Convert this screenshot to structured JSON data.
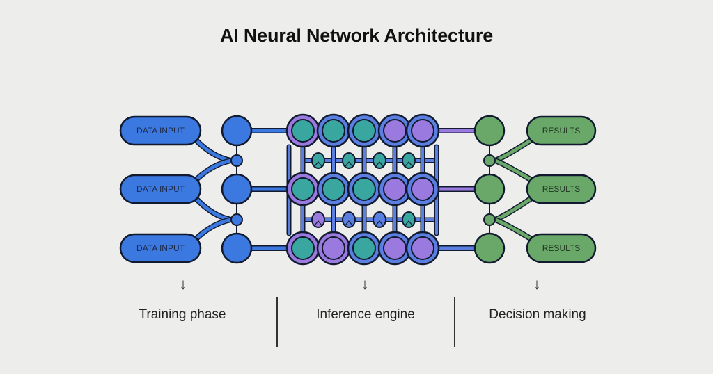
{
  "title": "AI Neural Network Architecture",
  "colors": {
    "background": "#ededec",
    "input": "#3b78e0",
    "teal": "#3aa6a0",
    "purple": "#9b7ae0",
    "ring_blue": "#5b7fe0",
    "ring_purple": "#9b7ae0",
    "output": "#6aa86a",
    "outline": "#111a2e"
  },
  "inputs": [
    {
      "label": "DATA INPUT"
    },
    {
      "label": "DATA INPUT"
    },
    {
      "label": "DATA INPUT"
    }
  ],
  "hidden_grid": [
    [
      {
        "fill": "teal",
        "ring": "purple"
      },
      {
        "fill": "teal",
        "ring": "blue"
      },
      {
        "fill": "teal",
        "ring": "blue"
      },
      {
        "fill": "purple",
        "ring": "blue"
      },
      {
        "fill": "purple",
        "ring": "blue"
      }
    ],
    [
      {
        "fill": "teal",
        "ring": "purple"
      },
      {
        "fill": "teal",
        "ring": "blue"
      },
      {
        "fill": "teal",
        "ring": "blue"
      },
      {
        "fill": "purple",
        "ring": "blue"
      },
      {
        "fill": "purple",
        "ring": "blue"
      }
    ],
    [
      {
        "fill": "teal",
        "ring": "purple"
      },
      {
        "fill": "purple",
        "ring": "purple"
      },
      {
        "fill": "teal",
        "ring": "blue"
      },
      {
        "fill": "purple",
        "ring": "blue"
      },
      {
        "fill": "purple",
        "ring": "blue"
      }
    ]
  ],
  "outputs": [
    {
      "label": "RESULTS"
    },
    {
      "label": "RESULTS"
    },
    {
      "label": "RESULTS"
    }
  ],
  "phases": [
    {
      "label": "Training phase",
      "arrow": "↓"
    },
    {
      "label": "Inference engine",
      "arrow": "↓"
    },
    {
      "label": "Decision making",
      "arrow": "↓"
    }
  ]
}
